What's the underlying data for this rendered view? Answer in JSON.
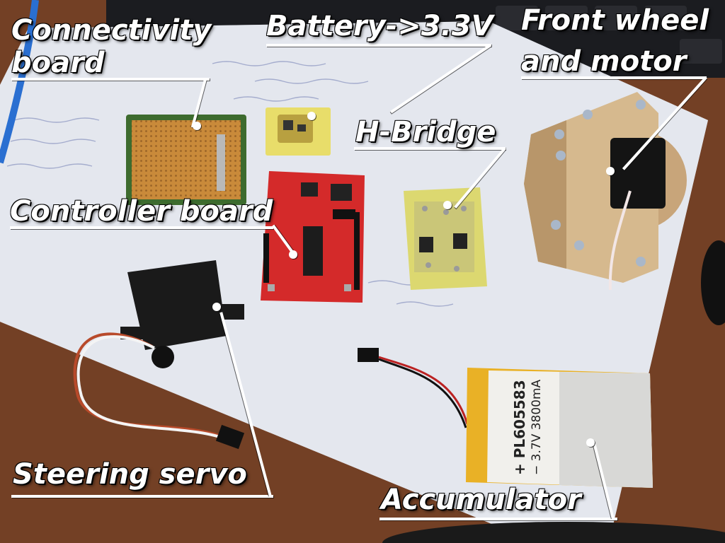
{
  "labels": {
    "connectivity_board": [
      "Connectivity",
      "board"
    ],
    "battery_converter": "Battery->3.3V",
    "front_wheel_motor": [
      "Front wheel",
      "and motor"
    ],
    "h_bridge": "H-Bridge",
    "controller_board": "Controller board",
    "steering_servo": "Steering servo",
    "accumulator": "Accumulator"
  },
  "battery_print": {
    "polarity_plus": "+",
    "model": "PL605583",
    "polarity_minus": "−",
    "rating": "3.7V 3800mA"
  },
  "colors": {
    "label_text": "#ffffff",
    "leader_line": "#ffffff",
    "table_wood": "#6b3a22",
    "paper": "#eceef2",
    "controller_pcb": "#d42a2a",
    "connectivity_pcb": "#c98a3a",
    "battery_wrap": "#e9b126"
  }
}
